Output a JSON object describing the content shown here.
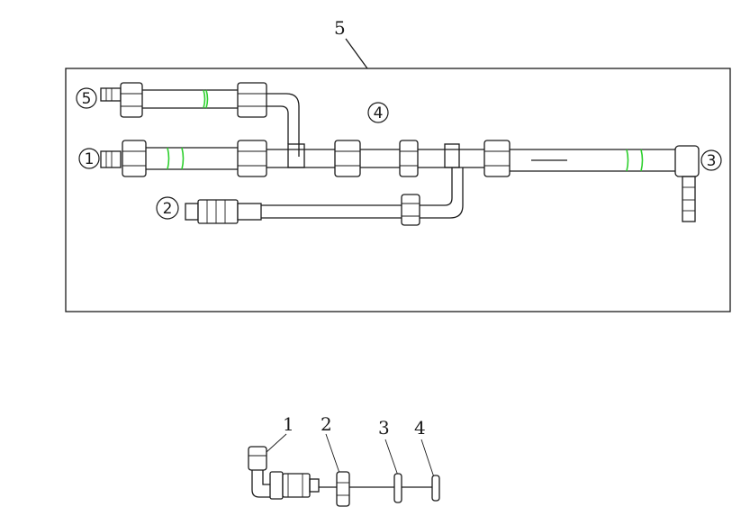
{
  "upper_assembly": {
    "label": "5",
    "callouts": [
      "5",
      "1",
      "2",
      "4",
      "3"
    ]
  },
  "lower_assembly": {
    "callouts": [
      "1",
      "2",
      "3",
      "4"
    ]
  },
  "colors": {
    "line": "#1a1a1a",
    "hose_marker": "#2fd02f",
    "background": "#ffffff"
  }
}
